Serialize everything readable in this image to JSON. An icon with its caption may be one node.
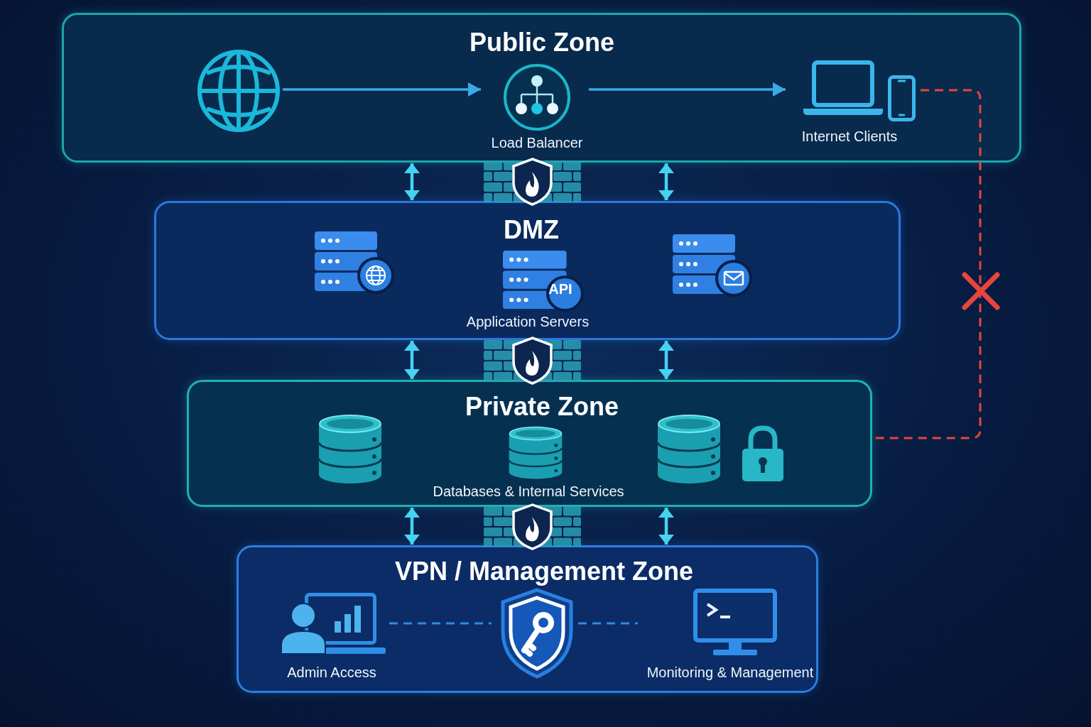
{
  "diagram": {
    "nodes": [
      {
        "text": [
          "Public Zone"
        ]
      },
      {
        "text": [],
        "shape": "picture",
        "in": 0
      },
      {
        "text": [
          "Load Balancer"
        ],
        "in": 0
      },
      {
        "text": [
          "Internet Clients"
        ],
        "in": 0
      },
      {
        "text": [
          "DMZ",
          "Application Servers"
        ]
      },
      {
        "text": [
          "Private Zone",
          "Databases & Internal Services"
        ]
      },
      {
        "text": [
          "VPN / Management Zone"
        ]
      },
      {
        "text": [
          "Admin Access"
        ],
        "in": 6
      },
      {
        "text": [],
        "shape": "picture",
        "in": 6
      },
      {
        "text": [
          "Monitoring & Management"
        ],
        "in": 6
      }
    ],
    "edges": [
      {
        "from": 1,
        "to": 2,
        "arrow": "to",
        "color": "#3aa9e4"
      },
      {
        "from": 2,
        "to": 3,
        "arrow": "to",
        "color": "#3aa9e4"
      },
      {
        "from": 0,
        "to": 4,
        "arrow": "both"
      },
      {
        "from": 0,
        "to": 4,
        "arrow": "both"
      },
      {
        "from": 4,
        "to": 5,
        "arrow": "both"
      },
      {
        "from": 4,
        "to": 5,
        "arrow": "both"
      },
      {
        "from": 5,
        "to": 6,
        "arrow": "both"
      },
      {
        "from": 5,
        "to": 6,
        "arrow": "both"
      },
      {
        "from": 3,
        "to": 5,
        "arrow": "none",
        "style": "dashed",
        "color": "#e8453c"
      },
      {
        "from": 7,
        "to": 8,
        "arrow": "none",
        "style": "dashed",
        "color": "#2f8ae6"
      },
      {
        "from": 8,
        "to": 9,
        "arrow": "none",
        "style": "dashed",
        "color": "#2f8ae6"
      }
    ],
    "labels": [
      "API"
    ]
  }
}
